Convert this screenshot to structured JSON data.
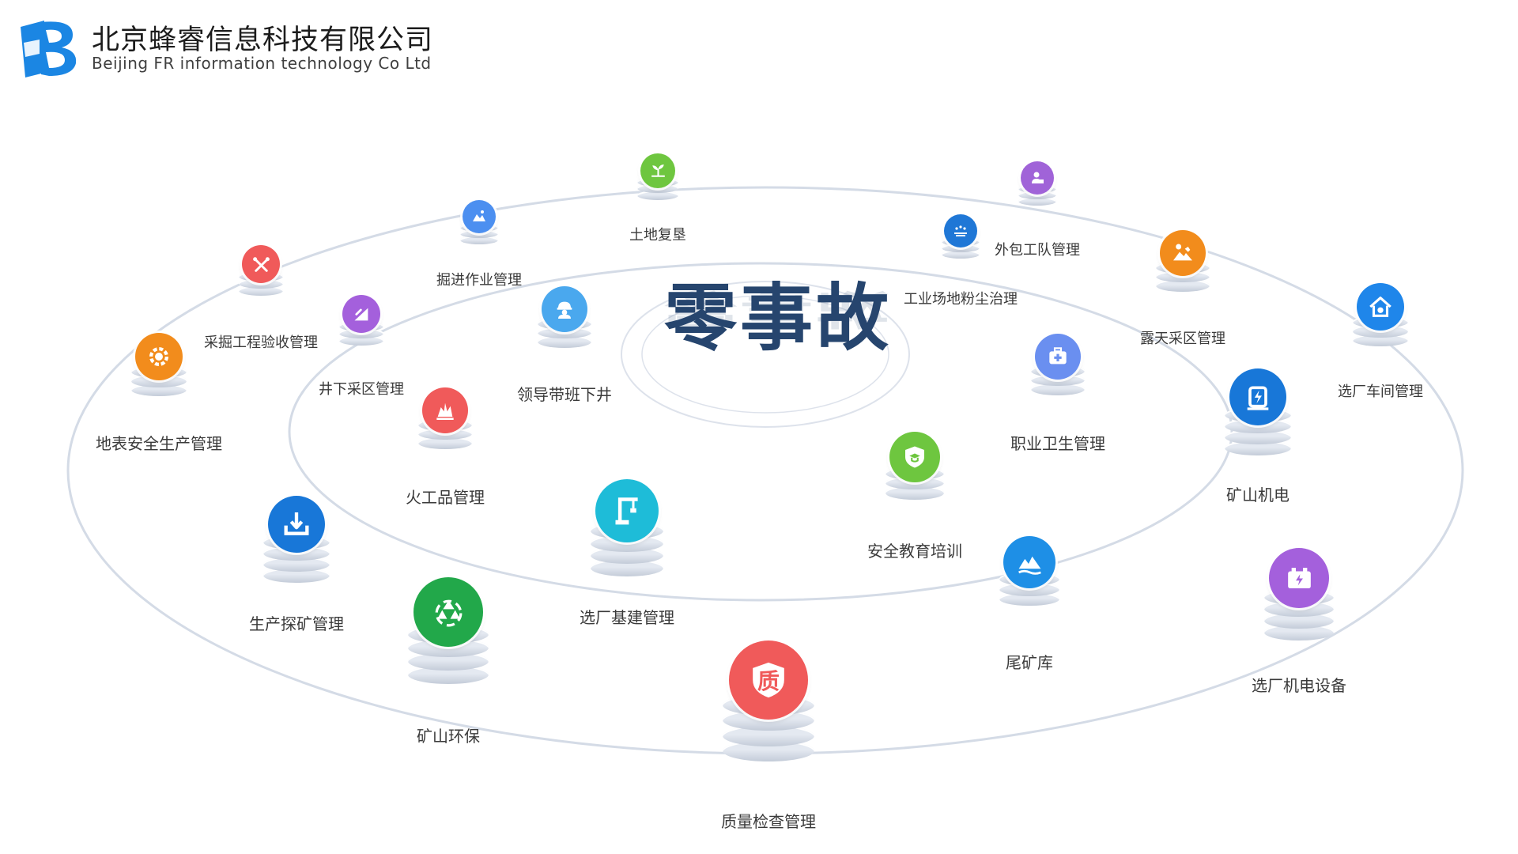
{
  "brand": {
    "name_cn": "北京蜂睿信息科技有限公司",
    "name_en": "Beijing FR information technology Co Ltd",
    "logo_color": "#1b86e3"
  },
  "center": {
    "title": "零事故",
    "color": "#26456e"
  },
  "colors": {
    "orbit": "#d4dbe6",
    "disk_light": "#e4e9f1",
    "disk_dark": "#c3cbd8"
  },
  "nodes": [
    {
      "label": "土地复垦",
      "icon": "plant-icon",
      "color": "#6ec63f"
    },
    {
      "label": "掘进作业管理",
      "icon": "excavation-icon",
      "color": "#4c8ff0"
    },
    {
      "label": "外包工队管理",
      "icon": "worker-icon",
      "color": "#a063d8"
    },
    {
      "label": "工业场地粉尘治理",
      "icon": "dust-icon",
      "color": "#1f77d6"
    },
    {
      "label": "采掘工程验收管理",
      "icon": "tools-icon",
      "color": "#f05a5a"
    },
    {
      "label": "露天采区管理",
      "icon": "surface-mining-icon",
      "color": "#f28c1c"
    },
    {
      "label": "井下采区管理",
      "icon": "underground-mining-icon",
      "color": "#a460dc"
    },
    {
      "label": "领导带班下井",
      "icon": "leader-icon",
      "color": "#4aa8ee"
    },
    {
      "label": "选厂车间管理",
      "icon": "workshop-icon",
      "color": "#1f86ea"
    },
    {
      "label": "地表安全生产管理",
      "icon": "gear-shield-icon",
      "color": "#f28c1c"
    },
    {
      "label": "职业卫生管理",
      "icon": "medical-kit-icon",
      "color": "#6a8ff0"
    },
    {
      "label": "火工品管理",
      "icon": "explosive-icon",
      "color": "#f05a5a"
    },
    {
      "label": "矿山机电",
      "icon": "electrical-icon",
      "color": "#1877d8"
    },
    {
      "label": "安全教育培训",
      "icon": "education-shield-icon",
      "color": "#6ec63f"
    },
    {
      "label": "生产探矿管理",
      "icon": "drill-down-icon",
      "color": "#1877d8"
    },
    {
      "label": "选厂基建管理",
      "icon": "crane-icon",
      "color": "#1ebcd8"
    },
    {
      "label": "尾矿库",
      "icon": "tailings-icon",
      "color": "#1e8fe6"
    },
    {
      "label": "选厂机电设备",
      "icon": "battery-icon",
      "color": "#a460dc"
    },
    {
      "label": "矿山环保",
      "icon": "recycle-icon",
      "color": "#22a84a"
    },
    {
      "label": "质量检查管理",
      "icon": "quality-shield-icon",
      "color": "#f05a5a",
      "icon_text": "质"
    }
  ]
}
